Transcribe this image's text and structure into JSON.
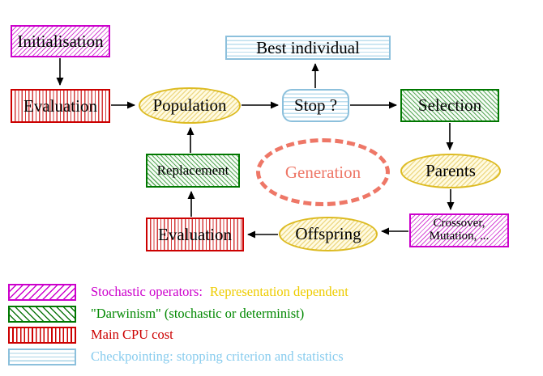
{
  "nodes": {
    "initialisation": {
      "label": "Initialisation",
      "style": "magenta-diagonal-hatch"
    },
    "evaluation_top": {
      "label": "Evaluation",
      "style": "red-vertical-stripes"
    },
    "population": {
      "label": "Population",
      "style": "yellow-diagonal-hatch"
    },
    "best_individual": {
      "label": "Best individual",
      "style": "blue-horizontal-lines"
    },
    "stop": {
      "label": "Stop ?",
      "style": "blue-horizontal-lines"
    },
    "selection": {
      "label": "Selection",
      "style": "green-diagonal-hatch"
    },
    "replacement": {
      "label": "Replacement",
      "style": "green-diagonal-hatch"
    },
    "generation": {
      "label": "Generation",
      "style": "salmon-dashed-ellipse"
    },
    "parents": {
      "label": "Parents",
      "style": "yellow-diagonal-hatch"
    },
    "crossover": {
      "line1": "Crossover,",
      "line2": "Mutation, ...",
      "style": "magenta-diagonal-hatch"
    },
    "offspring": {
      "label": "Offspring",
      "style": "yellow-diagonal-hatch"
    },
    "evaluation_bottom": {
      "label": "Evaluation",
      "style": "red-vertical-stripes"
    }
  },
  "edges": [
    {
      "from": "initialisation",
      "to": "evaluation_top"
    },
    {
      "from": "evaluation_top",
      "to": "population"
    },
    {
      "from": "population",
      "to": "stop"
    },
    {
      "from": "stop",
      "to": "best_individual"
    },
    {
      "from": "stop",
      "to": "selection"
    },
    {
      "from": "selection",
      "to": "parents"
    },
    {
      "from": "parents",
      "to": "crossover"
    },
    {
      "from": "crossover",
      "to": "offspring"
    },
    {
      "from": "offspring",
      "to": "evaluation_bottom"
    },
    {
      "from": "evaluation_bottom",
      "to": "replacement"
    },
    {
      "from": "replacement",
      "to": "population"
    }
  ],
  "legend": [
    {
      "swatch": "magenta-diagonal-hatch",
      "label": "Stochastic operators:",
      "note": "Representation dependent",
      "label_color": "#cc00cc",
      "note_color": "#eecc00"
    },
    {
      "swatch": "green-diagonal-hatch",
      "label": "\"Darwinism\" (stochastic or determinist)",
      "label_color": "#008800"
    },
    {
      "swatch": "red-vertical-stripes",
      "label": "Main CPU cost",
      "label_color": "#cc0000"
    },
    {
      "swatch": "blue-horizontal-lines",
      "label": "Checkpointing: stopping criterion and statistics",
      "label_color": "#88ccee"
    }
  ],
  "colors": {
    "magenta": "#cc00cc",
    "red": "#cc0000",
    "green": "#007700",
    "gold_border": "#ddbb22",
    "yellow_text": "#eecc00",
    "light_blue_border": "#8cc0dc",
    "light_blue_text": "#88ccee",
    "salmon": "#ee7767",
    "arrow": "#000000"
  }
}
